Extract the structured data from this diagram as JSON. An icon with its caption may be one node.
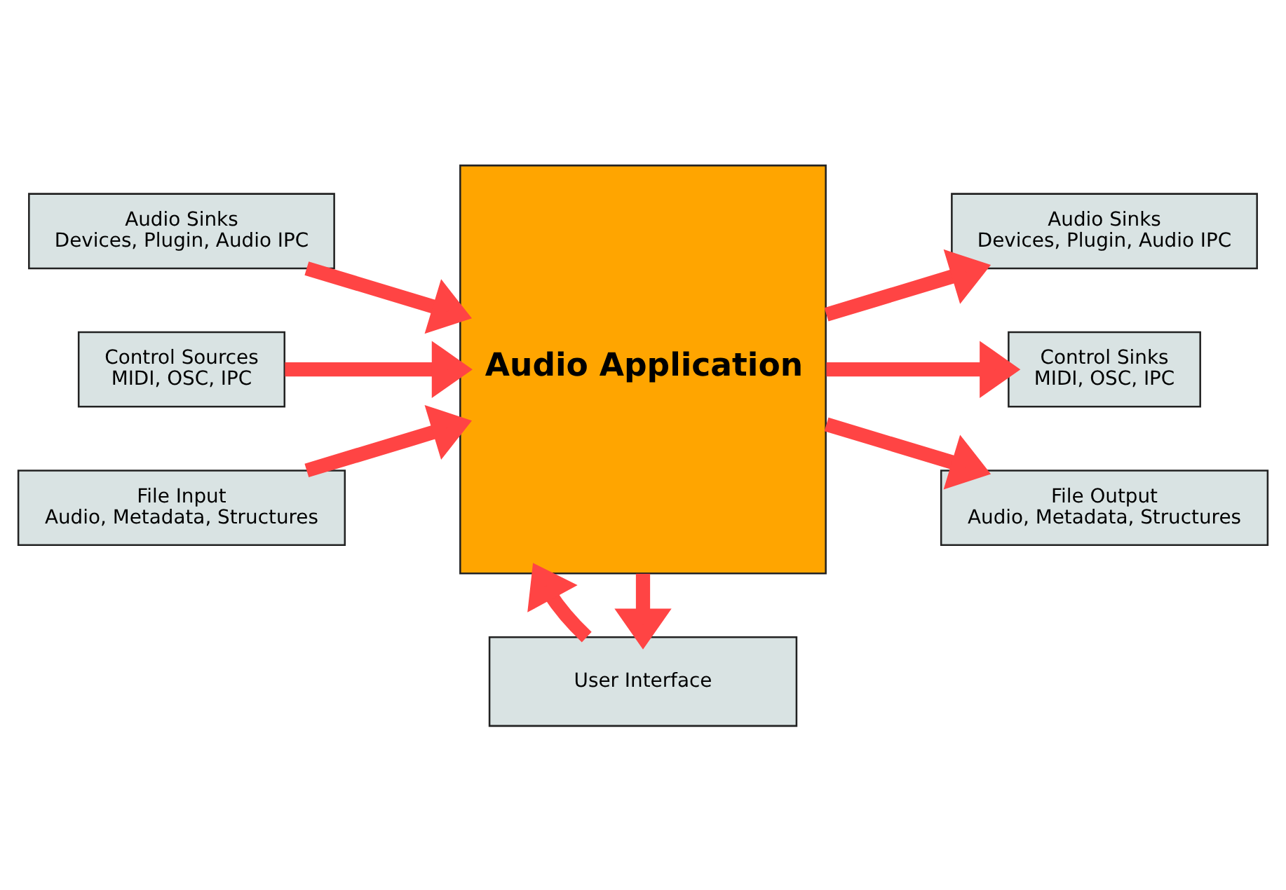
{
  "diagram": {
    "nodes": [
      {
        "text": [
          "User Interface"
        ]
      },
      {
        "text": [
          "Audio Sinks",
          "Devices, Plugin, Audio IPC"
        ]
      },
      {
        "text": [
          "Control Sources",
          "MIDI, OSC, IPC"
        ]
      },
      {
        "text": [
          "File Input",
          "Audio, Metadata, Structures"
        ]
      },
      {
        "text": [
          "Audio Application"
        ]
      },
      {
        "text": [
          "Audio Sinks",
          "Devices, Plugin, Audio IPC"
        ]
      },
      {
        "text": [
          "Control Sinks",
          "MIDI, OSC, IPC"
        ]
      },
      {
        "text": [
          "File Output",
          "Audio, Metadata, Structures"
        ]
      }
    ],
    "edges": [
      {
        "from": 4,
        "to": 0,
        "arrow": "to"
      },
      {
        "from": 0,
        "to": 4,
        "arrow": "to"
      },
      {
        "from": 1,
        "to": 4,
        "arrow": "to"
      },
      {
        "from": 2,
        "to": 4,
        "arrow": "to"
      },
      {
        "from": 3,
        "to": 4,
        "arrow": "to"
      },
      {
        "from": 4,
        "to": 5,
        "arrow": "to"
      },
      {
        "from": 4,
        "to": 6,
        "arrow": "to"
      },
      {
        "from": 4,
        "to": 7,
        "arrow": "to"
      }
    ]
  }
}
